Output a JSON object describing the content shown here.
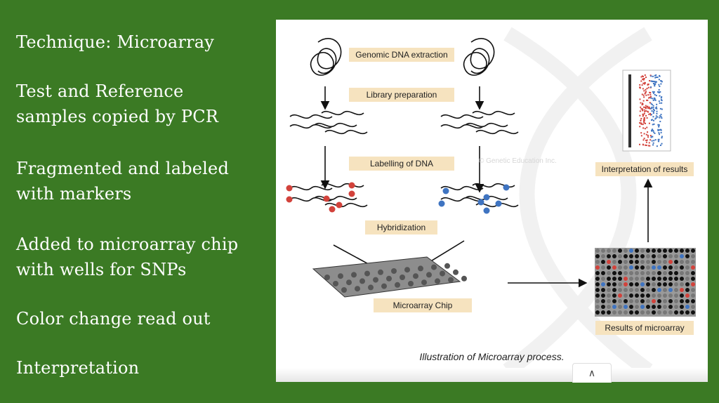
{
  "slide": {
    "bullets": [
      "Technique: Microarray",
      "Test and Reference samples copied by PCR",
      "Fragmented and labeled with markers",
      "Added to microarray chip with wells for SNPs",
      "Color change read out",
      "Interpretation"
    ]
  },
  "figure": {
    "labels": {
      "extraction": "Genomic DNA extraction",
      "library": "Library preparation",
      "labelling": "Labelling of DNA",
      "hybridization": "Hybridization",
      "chip": "Microarray Chip",
      "interpretation": "Interpretation of results",
      "results": "Results of microarray"
    },
    "watermark": "© Genetic Education Inc.",
    "caption": "Illustration of Microarray process.",
    "scroll_up_icon": "chevron-up-icon",
    "colors": {
      "test_label": "#d2423b",
      "reference_label": "#3f74c1",
      "label_box": "#f6e3bf"
    }
  }
}
